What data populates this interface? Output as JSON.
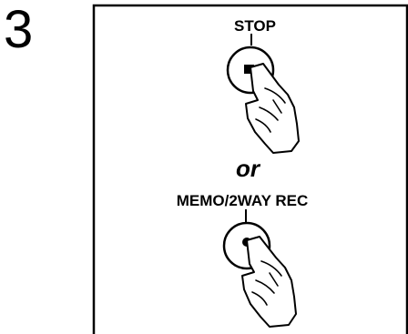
{
  "step": {
    "number": "3"
  },
  "buttons": {
    "stop_label": "STOP",
    "memo_label": "MEMO/2WAY REC"
  },
  "connector": {
    "or_text": "or"
  },
  "icons": {
    "stop_button": "stop-square-icon",
    "memo_button": "record-dot-icon",
    "hand": "pressing-hand-icon"
  },
  "colors": {
    "ink": "#000000",
    "paper": "#ffffff"
  }
}
